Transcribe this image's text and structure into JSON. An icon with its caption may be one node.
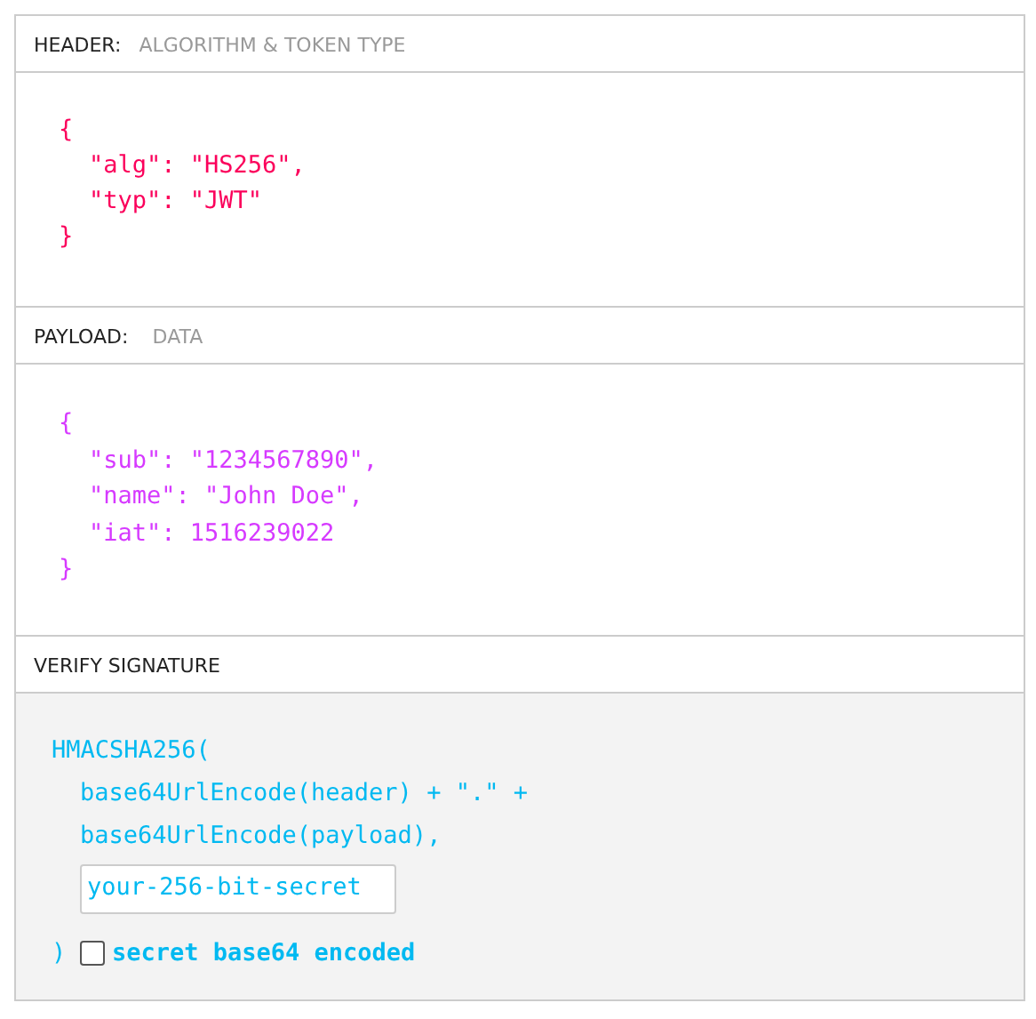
{
  "diagram": {
    "nodes": [
      {
        "text": [
          "HEADER:",
          "ALGORITHM & TOKEN TYPE"
        ]
      },
      {
        "text": [
          "{",
          "\"alg\": \"HS256\",",
          "\"typ\": \"JWT\"",
          "}"
        ]
      },
      {
        "text": [
          "PAYLOAD:",
          "DATA"
        ]
      },
      {
        "text": [
          "{",
          "\"sub\": \"1234567890\",",
          "\"name\": \"John Doe\",",
          "\"iat\": 1516239022",
          "}"
        ]
      },
      {
        "text": [
          "VERIFY SIGNATURE"
        ]
      },
      {
        "text": [
          "HMACSHA256(",
          "base64UrlEncode(header) + \".\" +",
          "base64UrlEncode(payload),",
          ")",
          "secret base64 encoded"
        ]
      },
      {
        "text": [
          "your-256-bit-secret"
        ],
        "in": 5
      }
    ],
    "edges": []
  }
}
